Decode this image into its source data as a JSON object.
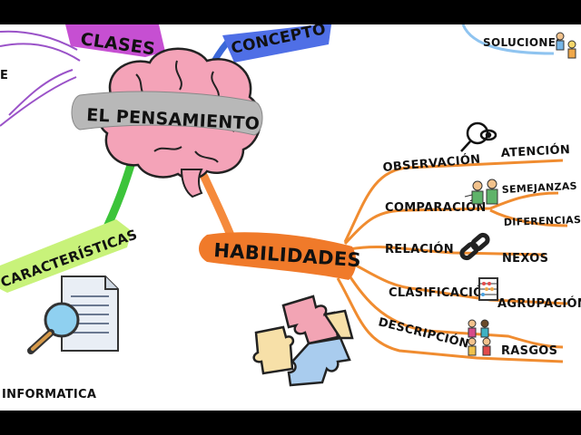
{
  "central": {
    "title": "EL PENSAMIENTO"
  },
  "branches": {
    "clases": "CLASES",
    "concepto": "CONCEPTO",
    "caracteristicas": "CARACTERÍSTICAS",
    "habilidades": "HABILIDADES",
    "soluciones": "SOLUCIONES",
    "left_letter": "E"
  },
  "skills": [
    {
      "skill": "OBSERVACIÓN",
      "related": "ATENCIÓN",
      "icon": "magnifier-eye-icon"
    },
    {
      "skill": "COMPARACIÓN",
      "related": "SEMEJANZAS",
      "icon": "people-comparison-icon"
    },
    {
      "skill": "",
      "related": "DIFERENCIAS",
      "icon": ""
    },
    {
      "skill": "RELACIÓN",
      "related": "NEXOS",
      "icon": "chain-link-icon"
    },
    {
      "skill": "CLASIFICACIÓN",
      "related": "AGRUPACIÓN",
      "icon": "abacus-icon"
    },
    {
      "skill": "DESCRIPCIÓN",
      "related": "RASGOS",
      "icon": "people-figures-icon"
    }
  ],
  "footer_text": "INFORMATICA",
  "colors": {
    "brain": "#f4a3b8",
    "banner": "#b5b5b5",
    "clases": "#c64fd2",
    "concepto": "#4a6fe0",
    "caracteristicas": "#c8f27a",
    "habilidades": "#f07a2a",
    "soluciones_line": "#8fc4f0"
  }
}
